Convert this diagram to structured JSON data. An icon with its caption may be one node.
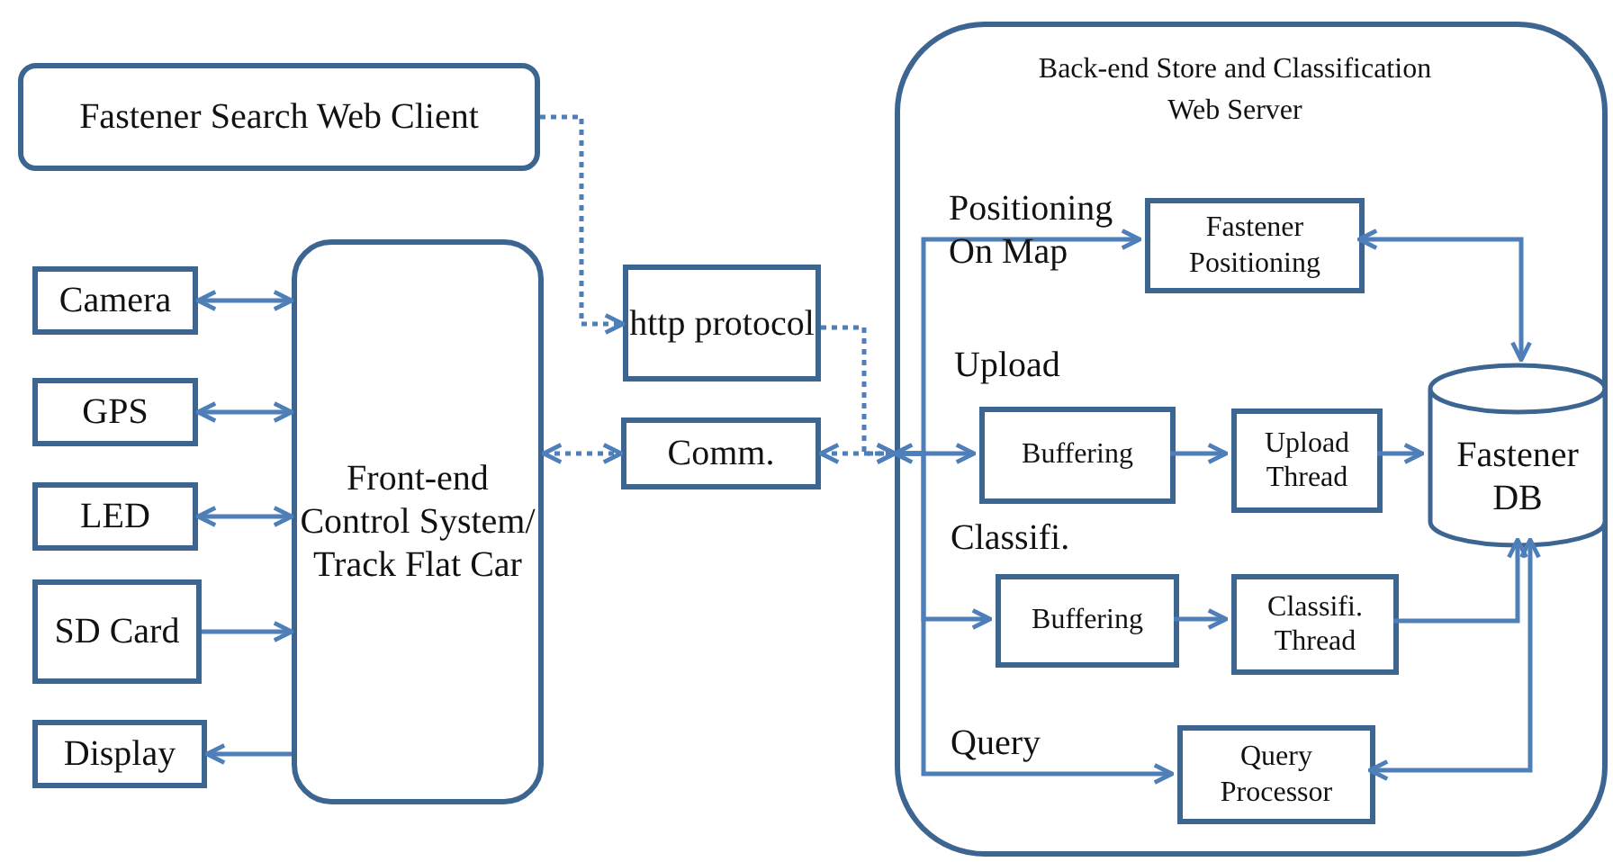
{
  "diagram": {
    "nodes": [
      {
        "text": [
          "Fastener Search Web Client"
        ]
      },
      {
        "text": [
          "Camera"
        ]
      },
      {
        "text": [
          "GPS"
        ]
      },
      {
        "text": [
          "LED"
        ]
      },
      {
        "text": [
          "SD Card"
        ]
      },
      {
        "text": [
          "Display"
        ]
      },
      {
        "text": [
          "Front-end Control System/ Track Flat Car"
        ]
      },
      {
        "text": [
          "http protocol"
        ]
      },
      {
        "text": [
          "Comm."
        ]
      },
      {
        "text": [
          "Back-end Store and Classification Web Server"
        ]
      },
      {
        "text": [
          "Fastener Positioning"
        ],
        "in": 9
      },
      {
        "text": [
          "Buffering"
        ],
        "in": 9
      },
      {
        "text": [
          "Upload Thread"
        ],
        "in": 9
      },
      {
        "text": [
          "Fastener DB"
        ],
        "in": 9
      },
      {
        "text": [
          "Buffering"
        ],
        "in": 9
      },
      {
        "text": [
          "Classifi. Thread"
        ],
        "in": 9
      },
      {
        "text": [
          "Query Processor"
        ],
        "in": 9
      }
    ],
    "edges": [
      {
        "from": 0,
        "to": 7,
        "arrow": "to",
        "style": "dashed"
      },
      {
        "from": 1,
        "to": 6,
        "arrow": "both"
      },
      {
        "from": 2,
        "to": 6,
        "arrow": "both"
      },
      {
        "from": 3,
        "to": 6,
        "arrow": "both"
      },
      {
        "from": 4,
        "to": 6,
        "arrow": "to"
      },
      {
        "from": 6,
        "to": 5,
        "arrow": "to"
      },
      {
        "from": 6,
        "to": 8,
        "arrow": "both",
        "style": "dashed"
      },
      {
        "from": 8,
        "to": 9,
        "arrow": "both",
        "style": "dashed"
      },
      {
        "from": 7,
        "to": 9,
        "arrow": "to",
        "style": "dashed"
      },
      {
        "from": 9,
        "to": 10,
        "arrow": "to",
        "label": "Positioning On Map"
      },
      {
        "from": 9,
        "to": 11,
        "arrow": "both",
        "label": "Upload"
      },
      {
        "from": 9,
        "to": 14,
        "arrow": "to",
        "label": "Classifi."
      },
      {
        "from": 9,
        "to": 16,
        "arrow": "to",
        "label": "Query"
      },
      {
        "from": 10,
        "to": 13,
        "arrow": "both"
      },
      {
        "from": 11,
        "to": 12,
        "arrow": "to"
      },
      {
        "from": 12,
        "to": 13,
        "arrow": "to"
      },
      {
        "from": 14,
        "to": 15,
        "arrow": "to"
      },
      {
        "from": 15,
        "to": 13,
        "arrow": "to"
      },
      {
        "from": 16,
        "to": 13,
        "arrow": "both"
      }
    ]
  }
}
